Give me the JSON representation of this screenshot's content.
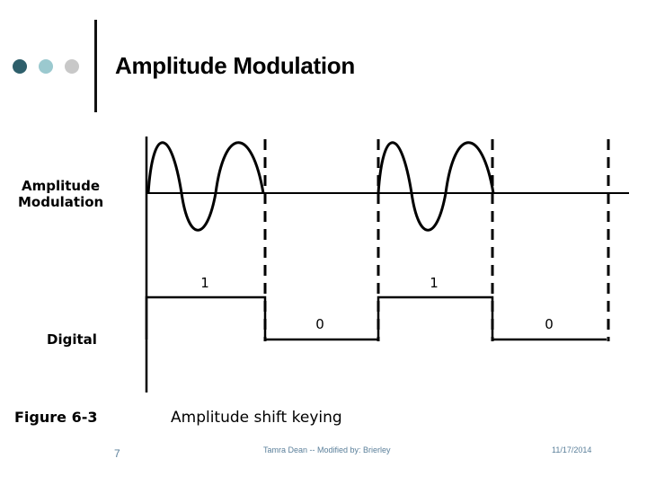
{
  "slide": {
    "title": "Amplitude Modulation",
    "page_number": "7",
    "footer_center": "Tamra Dean -- Modified by: Brierley",
    "footer_date": "11/17/2014"
  },
  "decor": {
    "dot_colors": [
      "#2e5f6b",
      "#9bc9cf",
      "#c8c8c8"
    ]
  },
  "figure": {
    "row_labels": {
      "am_line1": "Amplitude",
      "am_line2": "Modulation",
      "digital": "Digital"
    },
    "bits": [
      "1",
      "0",
      "1",
      "0"
    ],
    "caption_number": "Figure 6-3",
    "caption_text": "Amplitude shift keying"
  }
}
